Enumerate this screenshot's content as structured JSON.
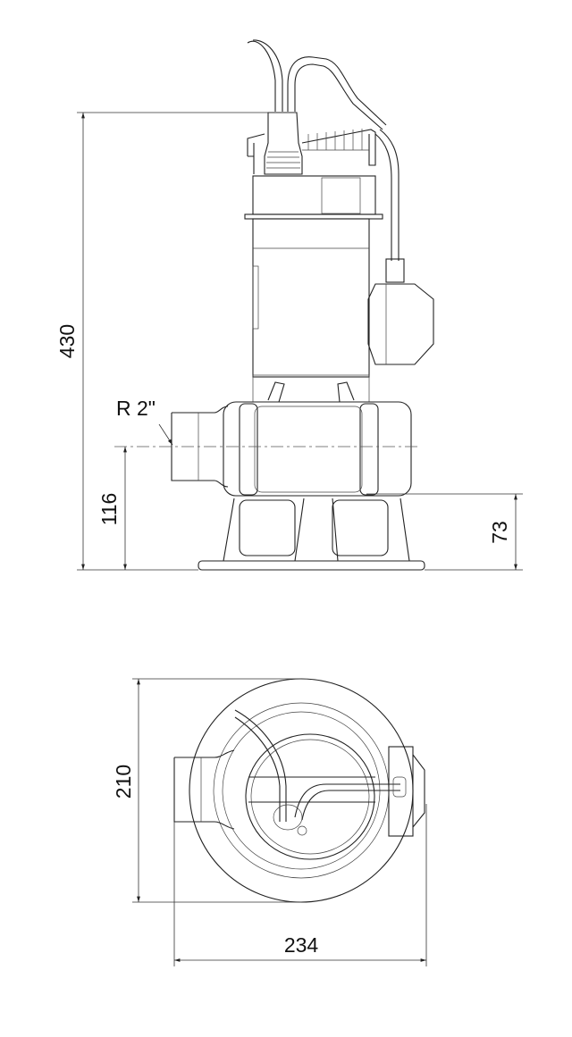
{
  "drawing": {
    "side_view": {
      "dimensions": {
        "overall_height": "430",
        "outlet_center_height": "116",
        "volute_bottom_height": "73",
        "outlet_thread": "R 2\""
      }
    },
    "top_view": {
      "dimensions": {
        "depth": "210",
        "width": "234"
      }
    },
    "line_color": "#222222"
  }
}
